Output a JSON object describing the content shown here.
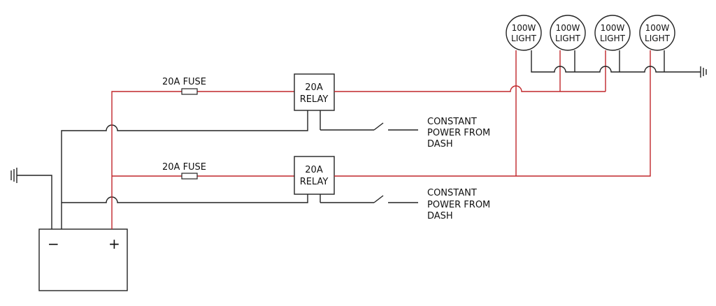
{
  "colors": {
    "positive_wire": "#c0262a",
    "negative_wire": "#222222",
    "background": "#ffffff"
  },
  "battery": {
    "negative_label": "−",
    "positive_label": "+"
  },
  "fuses": [
    {
      "label": "20A FUSE"
    },
    {
      "label": "20A FUSE"
    }
  ],
  "relays": [
    {
      "line1": "20A",
      "line2": "RELAY"
    },
    {
      "line1": "20A",
      "line2": "RELAY"
    }
  ],
  "switch_labels": [
    {
      "line1": "CONSTANT",
      "line2": "POWER FROM",
      "line3": "DASH"
    },
    {
      "line1": "CONSTANT",
      "line2": "POWER FROM",
      "line3": "DASH"
    }
  ],
  "lights": [
    {
      "line1": "100W",
      "line2": "LIGHT"
    },
    {
      "line1": "100W",
      "line2": "LIGHT"
    },
    {
      "line1": "100W",
      "line2": "LIGHT"
    },
    {
      "line1": "100W",
      "line2": "LIGHT"
    }
  ],
  "icons": {
    "ground": "ground-icon",
    "switch": "switch-icon",
    "fuse": "fuse-icon",
    "lamp": "lamp-icon"
  }
}
